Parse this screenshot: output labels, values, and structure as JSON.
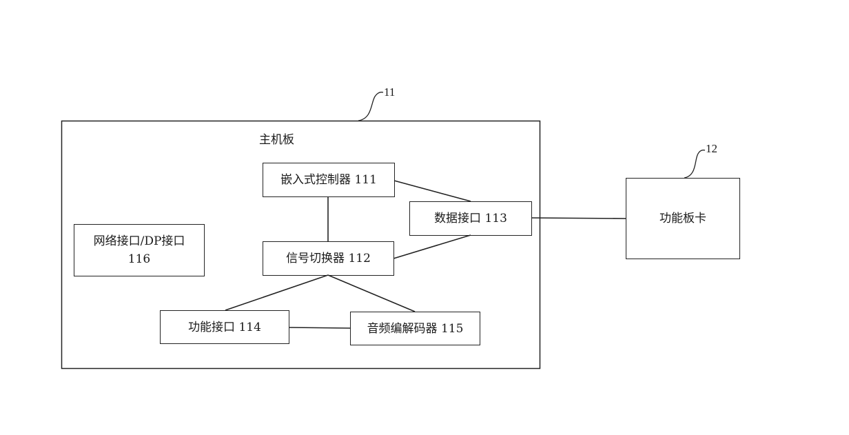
{
  "diagram": {
    "main_board": {
      "ref": "11",
      "title": "主机板"
    },
    "blocks": {
      "embedded_controller": "嵌入式控制器 111",
      "data_interface": "数据接口 113",
      "signal_switch": "信号切换器 112",
      "network_dp_interface_line1": "网络接口/DP接口",
      "network_dp_interface_line2": "116",
      "function_interface": "功能接口 114",
      "audio_codec": "音频编解码器 115"
    },
    "function_card": {
      "ref": "12",
      "title": "功能板卡"
    },
    "connections": [
      [
        "embedded_controller",
        "signal_switch"
      ],
      [
        "embedded_controller",
        "data_interface"
      ],
      [
        "signal_switch",
        "data_interface"
      ],
      [
        "signal_switch",
        "function_interface"
      ],
      [
        "signal_switch",
        "audio_codec"
      ],
      [
        "function_interface",
        "audio_codec"
      ],
      [
        "data_interface",
        "function_card"
      ]
    ]
  }
}
